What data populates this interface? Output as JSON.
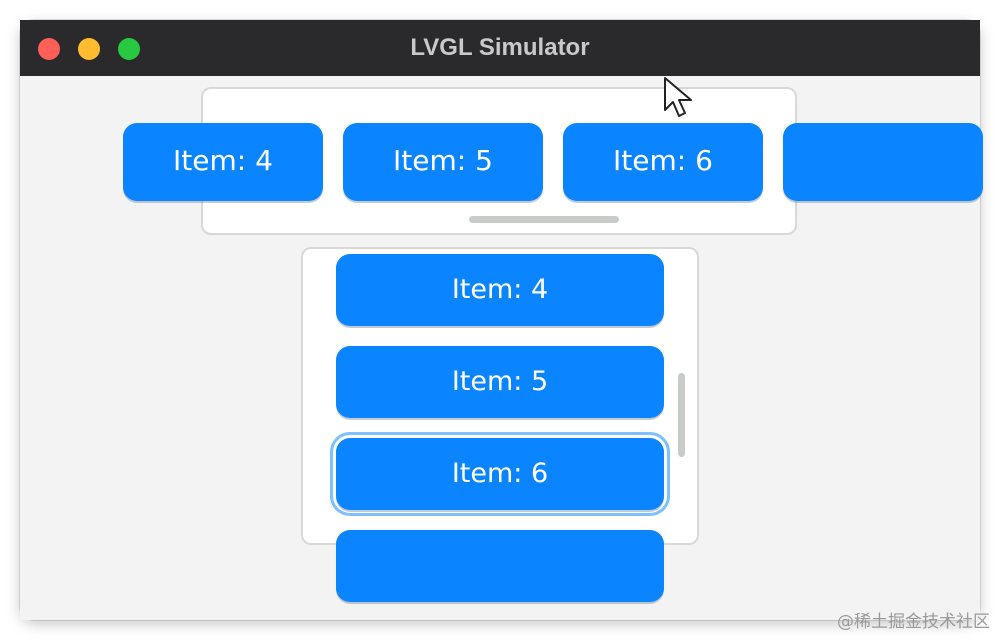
{
  "window": {
    "title": "LVGL Simulator",
    "colors": {
      "titlebar": "#2a2a2c",
      "close": "#fe5f57",
      "minimize": "#febc2e",
      "maximize": "#28c840",
      "item": "#0a84ff",
      "focus_ring": "#7cc0ff"
    }
  },
  "horizontal_list": {
    "items": [
      {
        "label": "Item: 4"
      },
      {
        "label": "Item: 5"
      },
      {
        "label": "Item: 6"
      },
      {
        "label": ""
      }
    ],
    "scroll_position": 0.45
  },
  "vertical_list": {
    "items": [
      {
        "label": "Item: 4"
      },
      {
        "label": "Item: 5"
      },
      {
        "label": "Item: 6",
        "focused": true
      },
      {
        "label": ""
      }
    ],
    "scroll_position": 0.5
  },
  "cursor_icon": "arrow-cursor-icon",
  "watermark": "@稀土掘金技术社区"
}
